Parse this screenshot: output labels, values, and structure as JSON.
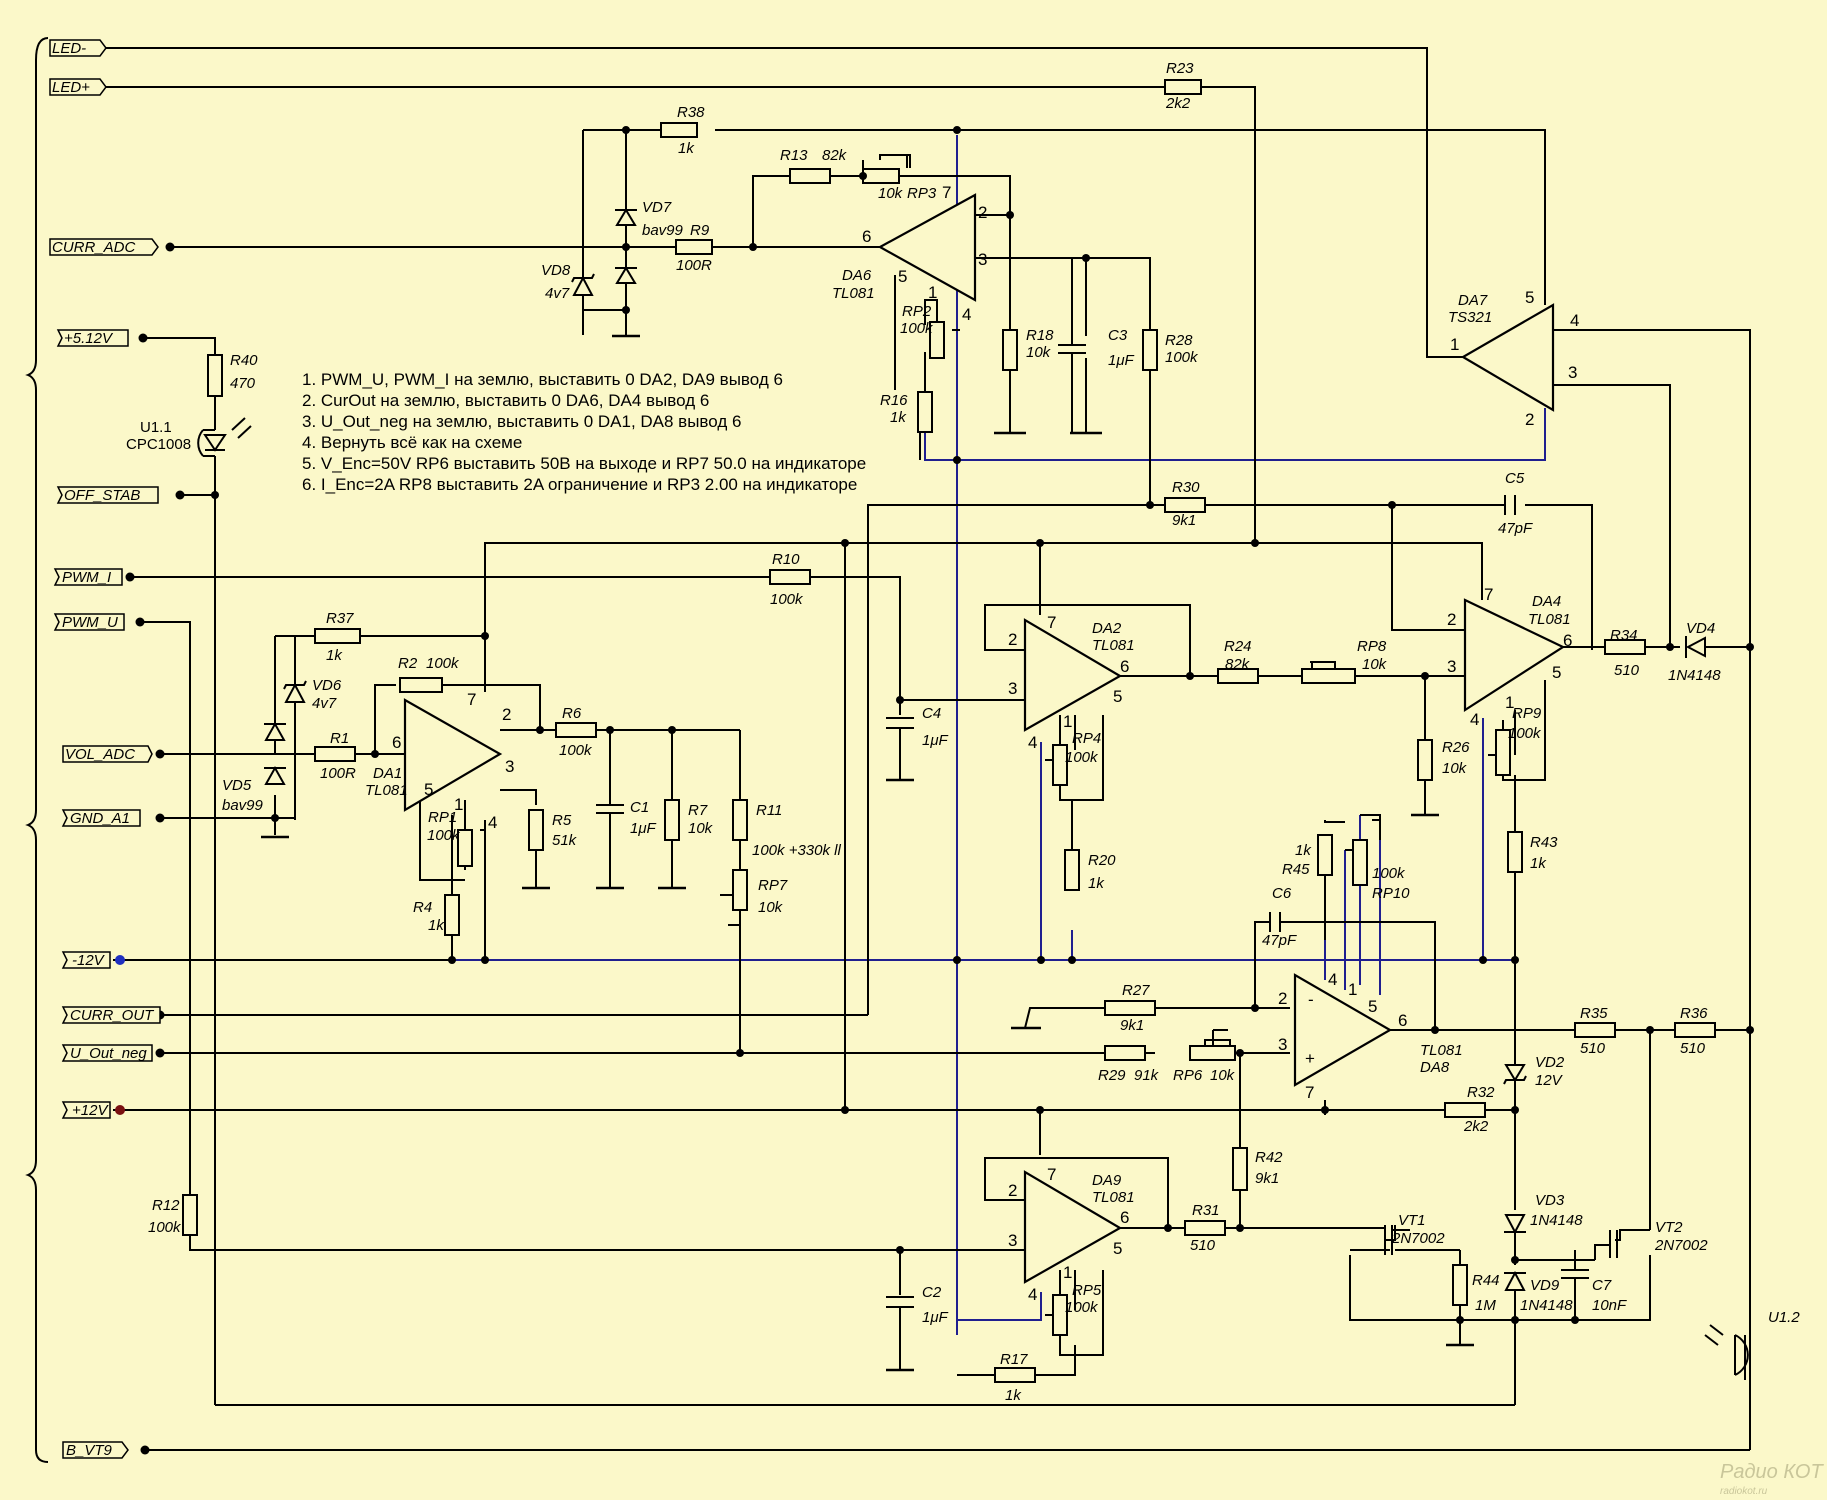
{
  "ports": [
    {
      "id": "p1",
      "label": "LED-"
    },
    {
      "id": "p2",
      "label": "LED+"
    },
    {
      "id": "p3",
      "label": "CURR_ADC"
    },
    {
      "id": "p4",
      "label": "+5.12V"
    },
    {
      "id": "p5",
      "label": "OFF_STAB"
    },
    {
      "id": "p6",
      "label": "PWM_I"
    },
    {
      "id": "p7",
      "label": "PWM_U"
    },
    {
      "id": "p8",
      "label": "VOL_ADC"
    },
    {
      "id": "p9",
      "label": "GND_A1"
    },
    {
      "id": "p10",
      "label": "-12V"
    },
    {
      "id": "p11",
      "label": "CURR_OUT"
    },
    {
      "id": "p12",
      "label": "U_Out_neg"
    },
    {
      "id": "p13",
      "label": "+12V"
    },
    {
      "id": "p14",
      "label": "B_VT9"
    }
  ],
  "notes": [
    "1. PWM_U, PWM_I на землю, выставить 0 DA2, DA9 вывод 6",
    "2. CurOut на землю, выставить 0 DA6, DA4 вывод 6",
    "3. U_Out_neg на землю, выставить 0 DA1, DA8 вывод 6",
    "4. Вернуть всё как на схеме",
    "5. V_Enc=50V RP6 выставить 50В на выходе и RP7 50.0 на индикаторе",
    "6. I_Enc=2A RP8 выставить 2A ограничение и RP3 2.00 на индикаторе"
  ],
  "amps": [
    {
      "id": "da6",
      "name": "DA6",
      "type": "TL081"
    },
    {
      "id": "da7",
      "name": "DA7",
      "type": "TS321"
    },
    {
      "id": "da1",
      "name": "DA1",
      "type": "TL081"
    },
    {
      "id": "da2",
      "name": "DA2",
      "type": "TL081"
    },
    {
      "id": "da4",
      "name": "DA4",
      "type": "TL081"
    },
    {
      "id": "da8",
      "name": "DA8",
      "type": "TL081"
    },
    {
      "id": "da9",
      "name": "DA9",
      "type": "TL081"
    }
  ],
  "labels": [
    {
      "id": "r23",
      "text": "R23"
    },
    {
      "id": "r23v",
      "text": "2k2"
    },
    {
      "id": "r38",
      "text": "R38"
    },
    {
      "id": "r38v",
      "text": "1k"
    },
    {
      "id": "r13",
      "text": "R13"
    },
    {
      "id": "r13v",
      "text": "82k"
    },
    {
      "id": "rp3",
      "text": "RP3"
    },
    {
      "id": "rp3v",
      "text": "10k"
    },
    {
      "id": "vd7",
      "text": "VD7"
    },
    {
      "id": "vd7v",
      "text": "bav99"
    },
    {
      "id": "r9",
      "text": "R9"
    },
    {
      "id": "r9v",
      "text": "100R"
    },
    {
      "id": "vd8",
      "text": "VD8"
    },
    {
      "id": "vd8v",
      "text": "4v7"
    },
    {
      "id": "rp2",
      "text": "RP2"
    },
    {
      "id": "rp2v",
      "text": "100k"
    },
    {
      "id": "r16",
      "text": "R16"
    },
    {
      "id": "r16v",
      "text": "1k"
    },
    {
      "id": "r18",
      "text": "R18"
    },
    {
      "id": "r18v",
      "text": "10k"
    },
    {
      "id": "c3",
      "text": "C3"
    },
    {
      "id": "c3v",
      "text": "1μF"
    },
    {
      "id": "r28",
      "text": "R28"
    },
    {
      "id": "r28v",
      "text": "100k"
    },
    {
      "id": "r40",
      "text": "R40"
    },
    {
      "id": "r40v",
      "text": "470"
    },
    {
      "id": "u11",
      "text": "U1.1"
    },
    {
      "id": "u11v",
      "text": "CPC1008"
    },
    {
      "id": "r30",
      "text": "R30"
    },
    {
      "id": "r30v",
      "text": "9k1"
    },
    {
      "id": "c5",
      "text": "C5"
    },
    {
      "id": "c5v",
      "text": "47pF"
    },
    {
      "id": "r10",
      "text": "R10"
    },
    {
      "id": "r10v",
      "text": "100k"
    },
    {
      "id": "r37",
      "text": "R37"
    },
    {
      "id": "r37v",
      "text": "1k"
    },
    {
      "id": "r2",
      "text": "R2"
    },
    {
      "id": "r2v",
      "text": "100k"
    },
    {
      "id": "vd6",
      "text": "VD6"
    },
    {
      "id": "vd6v",
      "text": "4v7"
    },
    {
      "id": "r6",
      "text": "R6"
    },
    {
      "id": "r6v",
      "text": "100k"
    },
    {
      "id": "r1",
      "text": "R1"
    },
    {
      "id": "r1v",
      "text": "100R"
    },
    {
      "id": "vd5",
      "text": "VD5"
    },
    {
      "id": "vd5v",
      "text": "bav99"
    },
    {
      "id": "rp1",
      "text": "RP1"
    },
    {
      "id": "rp1v",
      "text": "100k"
    },
    {
      "id": "r4",
      "text": "R4"
    },
    {
      "id": "r4v",
      "text": "1k"
    },
    {
      "id": "r5",
      "text": "R5"
    },
    {
      "id": "r5v",
      "text": "51k"
    },
    {
      "id": "c1",
      "text": "C1"
    },
    {
      "id": "c1v",
      "text": "1μF"
    },
    {
      "id": "r7",
      "text": "R7"
    },
    {
      "id": "r7v",
      "text": "10k"
    },
    {
      "id": "r11",
      "text": "R11"
    },
    {
      "id": "r11v",
      "text": "100k +330k ll"
    },
    {
      "id": "rp7",
      "text": "RP7"
    },
    {
      "id": "rp7v",
      "text": "10k"
    },
    {
      "id": "c4",
      "text": "C4"
    },
    {
      "id": "c4v",
      "text": "1μF"
    },
    {
      "id": "rp4",
      "text": "RP4"
    },
    {
      "id": "rp4v",
      "text": "100k"
    },
    {
      "id": "r20",
      "text": "R20"
    },
    {
      "id": "r20v",
      "text": "1k"
    },
    {
      "id": "r24",
      "text": "R24"
    },
    {
      "id": "r24v",
      "text": "82k"
    },
    {
      "id": "rp8",
      "text": "RP8"
    },
    {
      "id": "rp8v",
      "text": "10k"
    },
    {
      "id": "r26",
      "text": "R26"
    },
    {
      "id": "r26v",
      "text": "10k"
    },
    {
      "id": "rp9",
      "text": "RP9"
    },
    {
      "id": "rp9v",
      "text": "100k"
    },
    {
      "id": "r34",
      "text": "R34"
    },
    {
      "id": "r34v",
      "text": "510"
    },
    {
      "id": "vd4",
      "text": "VD4"
    },
    {
      "id": "vd4v",
      "text": "1N4148"
    },
    {
      "id": "r43",
      "text": "R43"
    },
    {
      "id": "r43v",
      "text": "1k"
    },
    {
      "id": "r45",
      "text": "R45"
    },
    {
      "id": "r45v",
      "text": "1k"
    },
    {
      "id": "rp10",
      "text": "RP10"
    },
    {
      "id": "rp10v",
      "text": "100k"
    },
    {
      "id": "c6",
      "text": "C6"
    },
    {
      "id": "c6v",
      "text": "47pF"
    },
    {
      "id": "r27",
      "text": "R27"
    },
    {
      "id": "r27v",
      "text": "9k1"
    },
    {
      "id": "r29",
      "text": "R29"
    },
    {
      "id": "r29v",
      "text": "91k"
    },
    {
      "id": "rp6",
      "text": "RP6"
    },
    {
      "id": "rp6v",
      "text": "10k"
    },
    {
      "id": "r35",
      "text": "R35"
    },
    {
      "id": "r35v",
      "text": "510"
    },
    {
      "id": "r36",
      "text": "R36"
    },
    {
      "id": "r36v",
      "text": "510"
    },
    {
      "id": "vd2",
      "text": "VD2"
    },
    {
      "id": "vd2v",
      "text": "12V"
    },
    {
      "id": "r32",
      "text": "R32"
    },
    {
      "id": "r32v",
      "text": "2k2"
    },
    {
      "id": "r12",
      "text": "R12"
    },
    {
      "id": "r12v",
      "text": "100k"
    },
    {
      "id": "r42",
      "text": "R42"
    },
    {
      "id": "r42v",
      "text": "9k1"
    },
    {
      "id": "r31",
      "text": "R31"
    },
    {
      "id": "r31v",
      "text": "510"
    },
    {
      "id": "vt1",
      "text": "VT1"
    },
    {
      "id": "vt1v",
      "text": "2N7002"
    },
    {
      "id": "vd3",
      "text": "VD3"
    },
    {
      "id": "vd3v",
      "text": "1N4148"
    },
    {
      "id": "vt2",
      "text": "VT2"
    },
    {
      "id": "vt2v",
      "text": "2N7002"
    },
    {
      "id": "r44",
      "text": "R44"
    },
    {
      "id": "r44v",
      "text": "1M"
    },
    {
      "id": "vd9",
      "text": "VD9"
    },
    {
      "id": "vd9v",
      "text": "1N4148"
    },
    {
      "id": "c7",
      "text": "C7"
    },
    {
      "id": "c7v",
      "text": "10nF"
    },
    {
      "id": "c2",
      "text": "C2"
    },
    {
      "id": "c2v",
      "text": "1μF"
    },
    {
      "id": "rp5",
      "text": "RP5"
    },
    {
      "id": "rp5v",
      "text": "100k"
    },
    {
      "id": "r17",
      "text": "R17"
    },
    {
      "id": "r17v",
      "text": "1k"
    },
    {
      "id": "u12",
      "text": "U1.2"
    }
  ],
  "pins": [
    {
      "id": "da6p6",
      "text": "6"
    },
    {
      "id": "da6p2",
      "text": "2"
    },
    {
      "id": "da6p3",
      "text": "3"
    },
    {
      "id": "da6p7",
      "text": "7"
    },
    {
      "id": "da6p5",
      "text": "5"
    },
    {
      "id": "da6p1",
      "text": "1"
    },
    {
      "id": "da6p4",
      "text": "4"
    },
    {
      "id": "da7p5",
      "text": "5"
    },
    {
      "id": "da7p4",
      "text": "4"
    },
    {
      "id": "da7p1",
      "text": "1"
    },
    {
      "id": "da7p3",
      "text": "3"
    },
    {
      "id": "da7p2",
      "text": "2"
    },
    {
      "id": "da1p6",
      "text": "6"
    },
    {
      "id": "da1p7",
      "text": "7"
    },
    {
      "id": "da1p2",
      "text": "2"
    },
    {
      "id": "da1p3",
      "text": "3"
    },
    {
      "id": "da1p5",
      "text": "5"
    },
    {
      "id": "da1p1",
      "text": "1"
    },
    {
      "id": "da1p4",
      "text": "4"
    },
    {
      "id": "da2p7",
      "text": "7"
    },
    {
      "id": "da2p2",
      "text": "2"
    },
    {
      "id": "da2p3",
      "text": "3"
    },
    {
      "id": "da2p6",
      "text": "6"
    },
    {
      "id": "da2p5",
      "text": "5"
    },
    {
      "id": "da2p1",
      "text": "1"
    },
    {
      "id": "da2p4",
      "text": "4"
    },
    {
      "id": "da4p7",
      "text": "7"
    },
    {
      "id": "da4p2",
      "text": "2"
    },
    {
      "id": "da4p3",
      "text": "3"
    },
    {
      "id": "da4p6",
      "text": "6"
    },
    {
      "id": "da4p5",
      "text": "5"
    },
    {
      "id": "da4p1",
      "text": "1"
    },
    {
      "id": "da4p4",
      "text": "4"
    },
    {
      "id": "da8p4",
      "text": "4"
    },
    {
      "id": "da8p1",
      "text": "1"
    },
    {
      "id": "da8p5",
      "text": "5"
    },
    {
      "id": "da8p2",
      "text": "2"
    },
    {
      "id": "da8p3",
      "text": "3"
    },
    {
      "id": "da8p6",
      "text": "6"
    },
    {
      "id": "da8p7",
      "text": "7"
    },
    {
      "id": "da8m",
      "text": "-"
    },
    {
      "id": "da8pl",
      "text": "+"
    },
    {
      "id": "da9p7",
      "text": "7"
    },
    {
      "id": "da9p2",
      "text": "2"
    },
    {
      "id": "da9p3",
      "text": "3"
    },
    {
      "id": "da9p6",
      "text": "6"
    },
    {
      "id": "da9p5",
      "text": "5"
    },
    {
      "id": "da9p1",
      "text": "1"
    },
    {
      "id": "da9p4",
      "text": "4"
    }
  ],
  "watermark": {
    "line1": "Радио КОТ",
    "line2": "radiokot.ru"
  },
  "colors": {
    "background": "#fbf8c9",
    "wire": "#000000",
    "wire_blue": "#1f1f8f",
    "neg_supply_dot": "#1f2fbf",
    "pos_supply_dot": "#7a1010"
  }
}
